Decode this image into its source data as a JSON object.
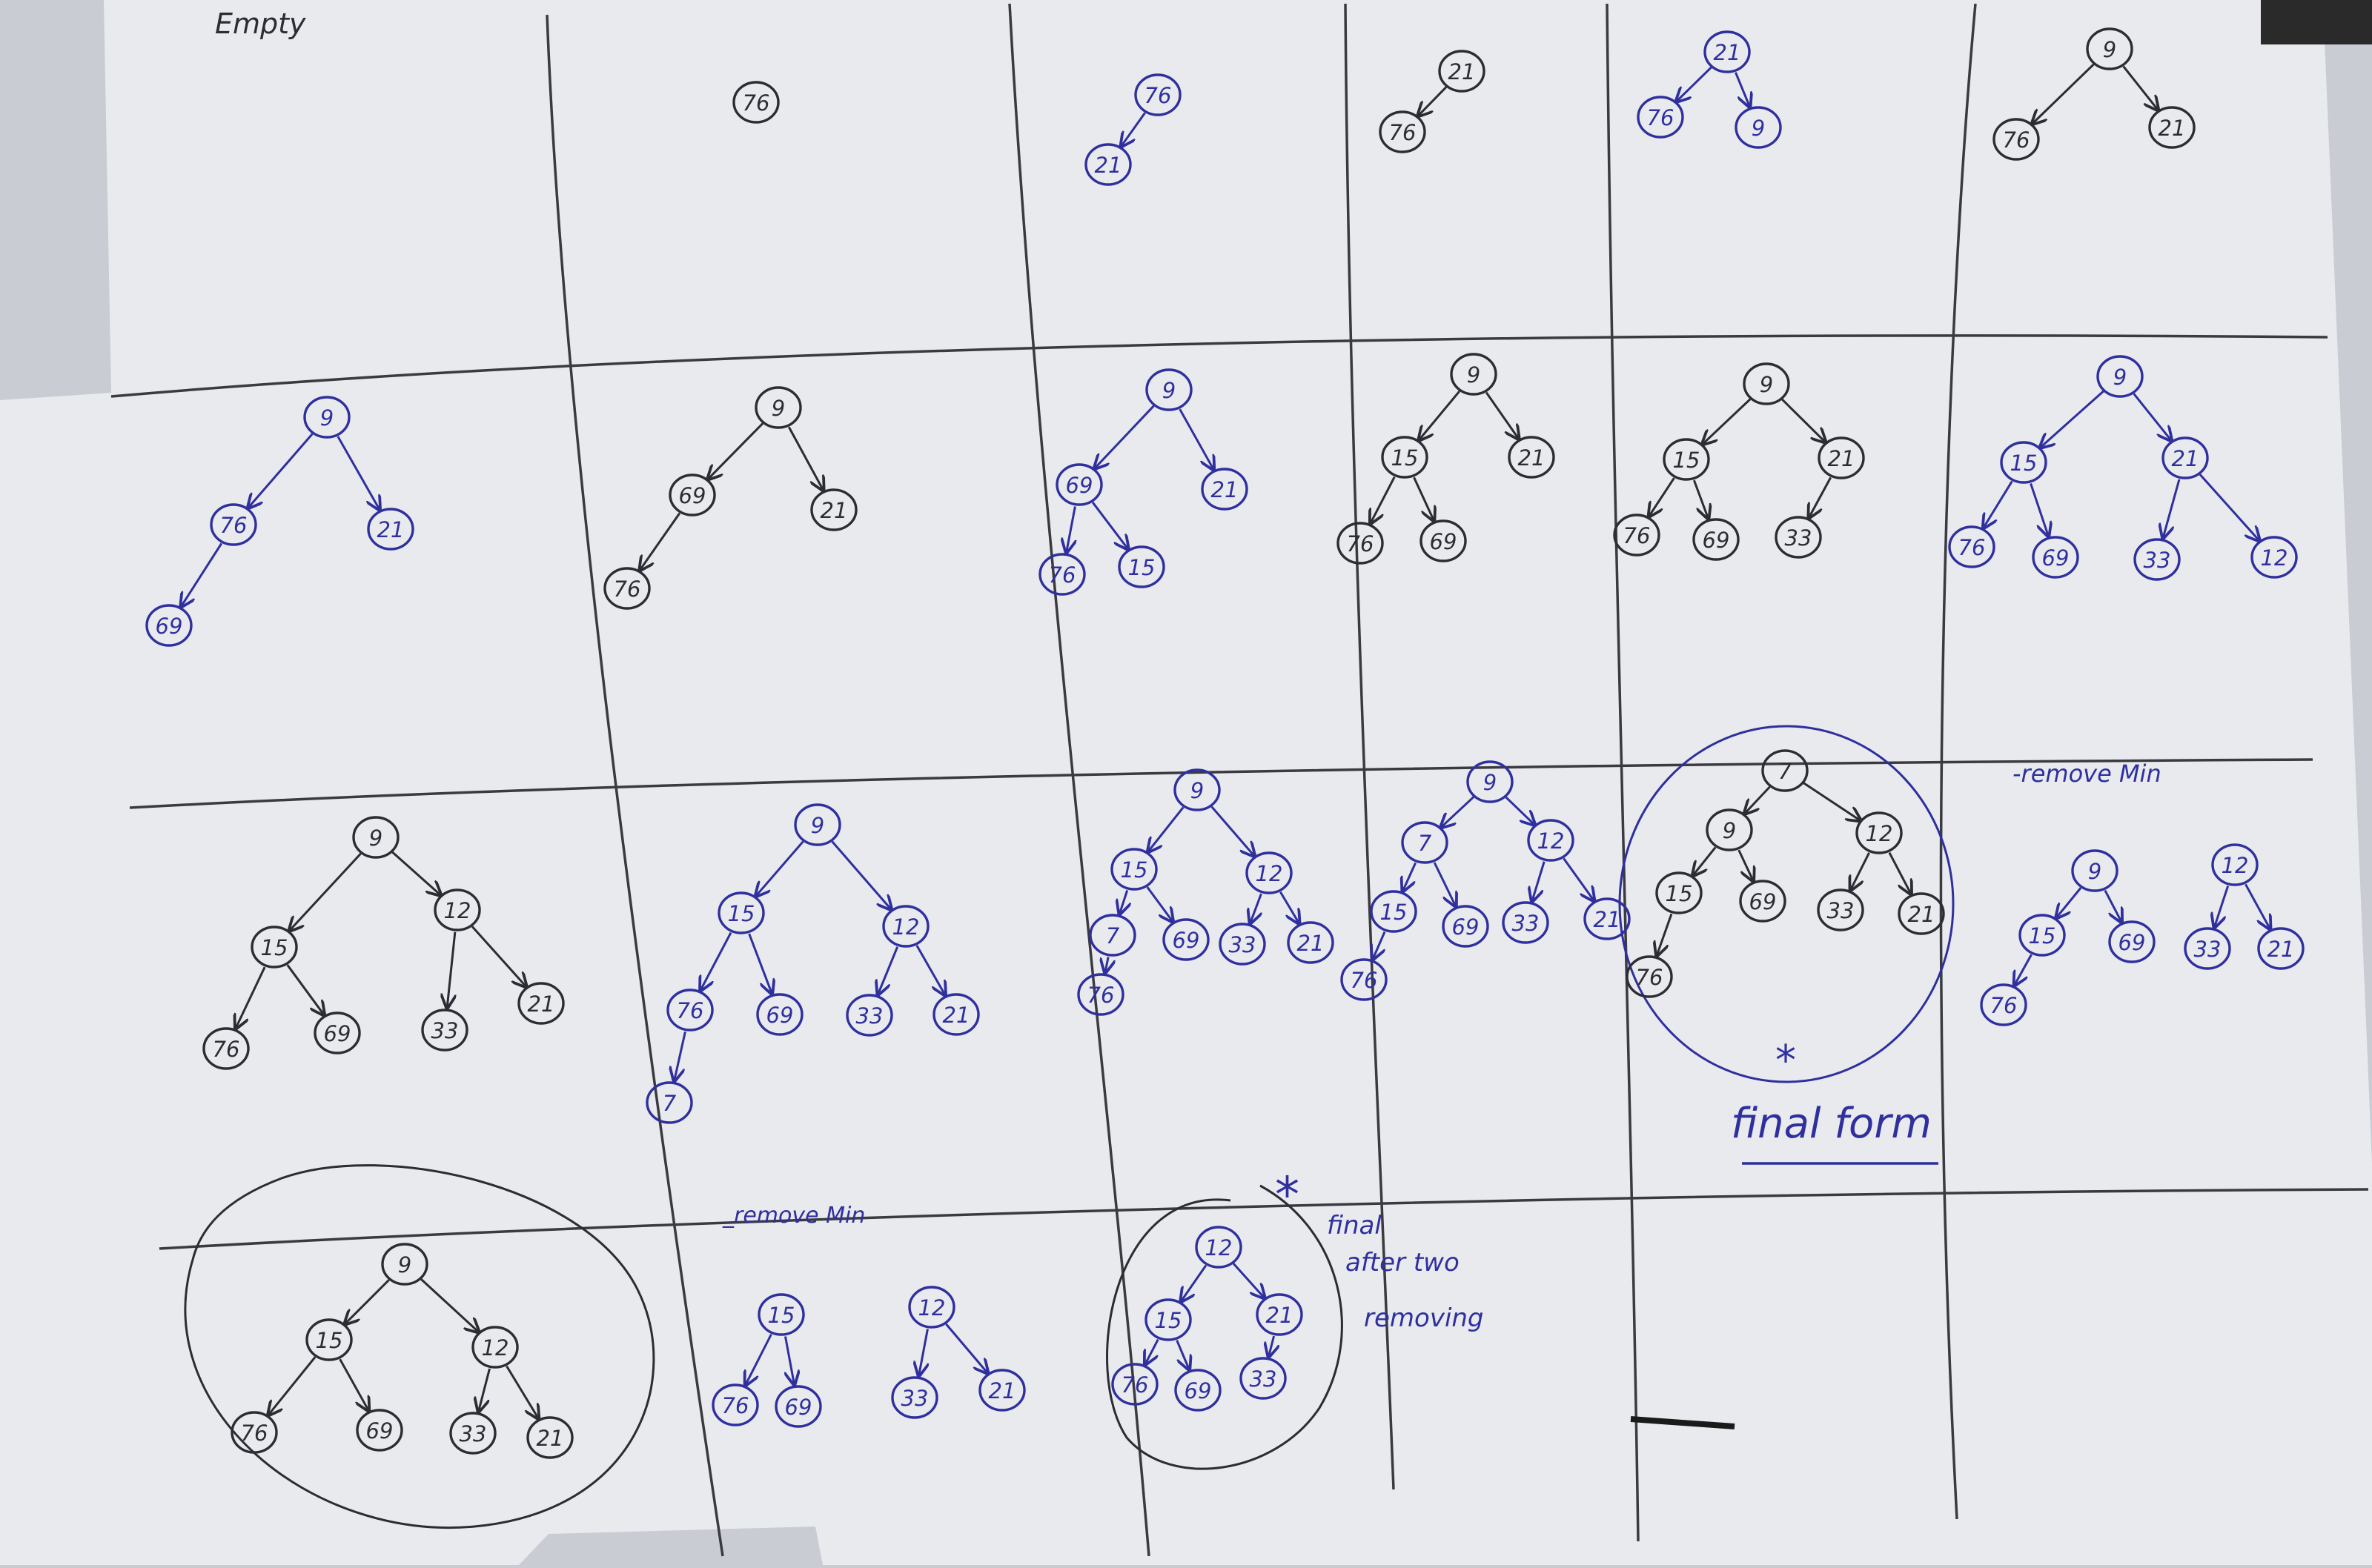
{
  "ink": {
    "black": "#2c2c34",
    "blue": "#2f2f9e",
    "grid": "#3a3a40"
  },
  "notes": {
    "empty": "Empty",
    "remove_min_1": "-remove Min",
    "remove_min_2": "_remove Min",
    "final_form": "final form",
    "final_after_line1": "final",
    "final_after_line2": "after two",
    "final_after_line3": "removing",
    "star": "*"
  },
  "cells": [
    {
      "id": "r1c1",
      "nodes": []
    },
    {
      "id": "r1c2",
      "nodes": [
        {
          "k": "a",
          "v": "76"
        }
      ]
    },
    {
      "id": "r1c3",
      "nodes": [
        {
          "k": "a",
          "v": "76"
        },
        {
          "k": "b",
          "v": "21"
        }
      ]
    },
    {
      "id": "r1c4",
      "nodes": [
        {
          "k": "a",
          "v": "21"
        },
        {
          "k": "b",
          "v": "76"
        }
      ]
    },
    {
      "id": "r1c5",
      "nodes": [
        {
          "k": "a",
          "v": "21"
        },
        {
          "k": "b",
          "v": "76"
        },
        {
          "k": "c",
          "v": "9"
        }
      ]
    },
    {
      "id": "r1c6",
      "nodes": [
        {
          "k": "a",
          "v": "9"
        },
        {
          "k": "b",
          "v": "76"
        },
        {
          "k": "c",
          "v": "21"
        }
      ]
    },
    {
      "id": "r2c1",
      "nodes": [
        {
          "k": "a",
          "v": "9"
        },
        {
          "k": "b",
          "v": "76"
        },
        {
          "k": "c",
          "v": "21"
        },
        {
          "k": "d",
          "v": "69"
        }
      ]
    },
    {
      "id": "r2c2",
      "nodes": [
        {
          "k": "a",
          "v": "9"
        },
        {
          "k": "b",
          "v": "69"
        },
        {
          "k": "c",
          "v": "21"
        },
        {
          "k": "d",
          "v": "76"
        }
      ]
    },
    {
      "id": "r2c3",
      "nodes": [
        {
          "k": "a",
          "v": "9"
        },
        {
          "k": "b",
          "v": "69"
        },
        {
          "k": "c",
          "v": "21"
        },
        {
          "k": "d",
          "v": "76"
        },
        {
          "k": "e",
          "v": "15"
        }
      ]
    },
    {
      "id": "r2c4",
      "nodes": [
        {
          "k": "a",
          "v": "9"
        },
        {
          "k": "b",
          "v": "15"
        },
        {
          "k": "c",
          "v": "21"
        },
        {
          "k": "d",
          "v": "76"
        },
        {
          "k": "e",
          "v": "69"
        }
      ]
    },
    {
      "id": "r2c5",
      "nodes": [
        {
          "k": "a",
          "v": "9"
        },
        {
          "k": "b",
          "v": "15"
        },
        {
          "k": "c",
          "v": "21"
        },
        {
          "k": "d",
          "v": "76"
        },
        {
          "k": "e",
          "v": "69"
        },
        {
          "k": "f",
          "v": "33"
        }
      ]
    },
    {
      "id": "r2c6",
      "nodes": [
        {
          "k": "a",
          "v": "9"
        },
        {
          "k": "b",
          "v": "15"
        },
        {
          "k": "c",
          "v": "21"
        },
        {
          "k": "d",
          "v": "76"
        },
        {
          "k": "e",
          "v": "69"
        },
        {
          "k": "f",
          "v": "33"
        },
        {
          "k": "g",
          "v": "12"
        }
      ]
    },
    {
      "id": "r3c1",
      "nodes": [
        {
          "k": "a",
          "v": "9"
        },
        {
          "k": "b",
          "v": "15"
        },
        {
          "k": "c",
          "v": "12"
        },
        {
          "k": "d",
          "v": "76"
        },
        {
          "k": "e",
          "v": "69"
        },
        {
          "k": "f",
          "v": "33"
        },
        {
          "k": "g",
          "v": "21"
        }
      ]
    },
    {
      "id": "r3c2",
      "nodes": [
        {
          "k": "a",
          "v": "9"
        },
        {
          "k": "b",
          "v": "15"
        },
        {
          "k": "c",
          "v": "12"
        },
        {
          "k": "d",
          "v": "76"
        },
        {
          "k": "e",
          "v": "69"
        },
        {
          "k": "f",
          "v": "33"
        },
        {
          "k": "g",
          "v": "21"
        },
        {
          "k": "h",
          "v": "7"
        }
      ]
    },
    {
      "id": "r3c3",
      "nodes": [
        {
          "k": "a",
          "v": "9"
        },
        {
          "k": "b",
          "v": "15"
        },
        {
          "k": "c",
          "v": "12"
        },
        {
          "k": "d",
          "v": "7"
        },
        {
          "k": "e",
          "v": "69"
        },
        {
          "k": "f",
          "v": "33"
        },
        {
          "k": "g",
          "v": "21"
        },
        {
          "k": "h",
          "v": "76"
        }
      ]
    },
    {
      "id": "r3c4",
      "nodes": [
        {
          "k": "a",
          "v": "9"
        },
        {
          "k": "b",
          "v": "7"
        },
        {
          "k": "c",
          "v": "12"
        },
        {
          "k": "d",
          "v": "15"
        },
        {
          "k": "e",
          "v": "69"
        },
        {
          "k": "f",
          "v": "33"
        },
        {
          "k": "g",
          "v": "21"
        },
        {
          "k": "h",
          "v": "76"
        }
      ]
    },
    {
      "id": "r3c5",
      "nodes": [
        {
          "k": "a",
          "v": "7"
        },
        {
          "k": "b",
          "v": "9"
        },
        {
          "k": "c",
          "v": "12"
        },
        {
          "k": "d",
          "v": "15"
        },
        {
          "k": "e",
          "v": "69"
        },
        {
          "k": "f",
          "v": "33"
        },
        {
          "k": "g",
          "v": "21"
        },
        {
          "k": "h",
          "v": "76"
        }
      ]
    },
    {
      "id": "r3c6",
      "nodes": [
        {
          "k": "a",
          "v": "9"
        },
        {
          "k": "b",
          "v": "15"
        },
        {
          "k": "c",
          "v": "69"
        },
        {
          "k": "d",
          "v": "76"
        },
        {
          "k": "e",
          "v": "12"
        },
        {
          "k": "f",
          "v": "33"
        },
        {
          "k": "g",
          "v": "21"
        }
      ]
    },
    {
      "id": "r4c1",
      "nodes": [
        {
          "k": "a",
          "v": "9"
        },
        {
          "k": "b",
          "v": "15"
        },
        {
          "k": "c",
          "v": "12"
        },
        {
          "k": "d",
          "v": "76"
        },
        {
          "k": "e",
          "v": "69"
        },
        {
          "k": "f",
          "v": "33"
        },
        {
          "k": "g",
          "v": "21"
        }
      ]
    },
    {
      "id": "r4c2",
      "nodes": [
        {
          "k": "a",
          "v": "15"
        },
        {
          "k": "b",
          "v": "76"
        },
        {
          "k": "c",
          "v": "69"
        },
        {
          "k": "d",
          "v": "12"
        },
        {
          "k": "e",
          "v": "33"
        },
        {
          "k": "f",
          "v": "21"
        }
      ]
    },
    {
      "id": "r4c3",
      "nodes": [
        {
          "k": "a",
          "v": "12"
        },
        {
          "k": "b",
          "v": "15"
        },
        {
          "k": "c",
          "v": "21"
        },
        {
          "k": "d",
          "v": "76"
        },
        {
          "k": "e",
          "v": "69"
        },
        {
          "k": "f",
          "v": "33"
        }
      ]
    }
  ]
}
